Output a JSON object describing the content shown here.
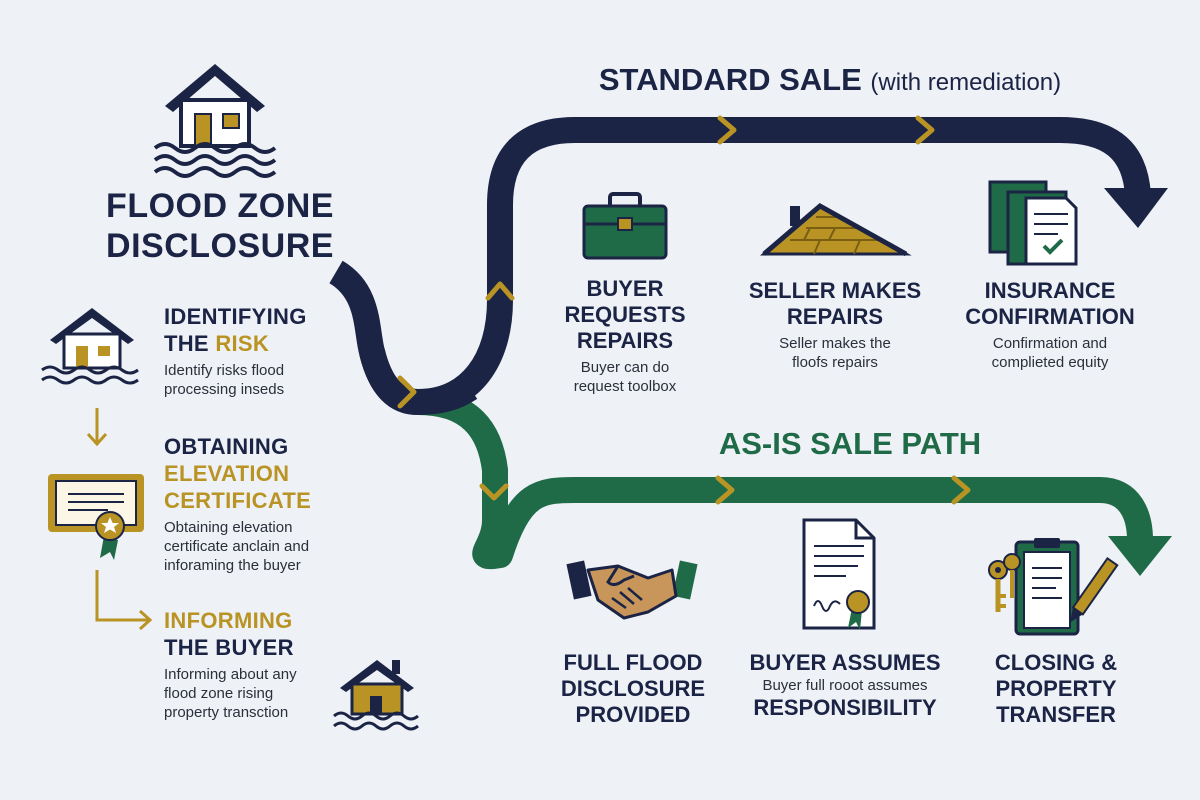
{
  "title": {
    "line1": "FLOOD ZONE",
    "line2": "DISCLOSURE"
  },
  "steps": [
    {
      "head1": "IDENTIFYING",
      "head2_plain": "THE ",
      "head2_gold": "RISK",
      "desc1": "Identify risks flood",
      "desc2": "processing inseds",
      "desc3": ""
    },
    {
      "head1": "OBTAINING",
      "head2_gold": "ELEVATION",
      "head3_gold": "CERTIFICATE",
      "desc1": "Obtaining elevation",
      "desc2": "certificate anclain and",
      "desc3": "inforaming the buyer"
    },
    {
      "head1_gold": "INFORMING",
      "head2": "THE BUYER",
      "desc1": "Informing about any",
      "desc2": "flood zone rising",
      "desc3": "property transction"
    }
  ],
  "standard": {
    "title": "STANDARD SALE",
    "subtitle": "(with remediation)",
    "cards": [
      {
        "head": [
          "BUYER",
          "REQUESTS",
          "REPAIRS"
        ],
        "desc": [
          "Buyer can do",
          "request toolbox"
        ],
        "icon": "toolbox-icon"
      },
      {
        "head": [
          "SELLER MAKES",
          "REPAIRS"
        ],
        "desc": [
          "Seller makes the",
          "floofs repairs"
        ],
        "icon": "roof-icon"
      },
      {
        "head": [
          "INSURANCE",
          "CONFIRMATION"
        ],
        "desc": [
          "Confirmation and",
          "complieted equity"
        ],
        "icon": "documents-icon"
      }
    ]
  },
  "asis": {
    "title": "AS-IS SALE PATH",
    "cards": [
      {
        "head": [
          "FULL FLOOD",
          "DISCLOSURE",
          "PROVIDED"
        ],
        "desc": [],
        "icon": "handshake-icon"
      },
      {
        "head1": "BUYER ASSUMES",
        "desc1": "Buyer full rooot assumes",
        "head2": "RESPONSIBILITY",
        "icon": "certificate-document-icon"
      },
      {
        "head": [
          "CLOSING &",
          "PROPERTY",
          "TRANSFER"
        ],
        "desc": [],
        "icon": "keys-clipboard-icon"
      }
    ]
  },
  "colors": {
    "navy": "#1b2444",
    "green": "#1f6b47",
    "gold": "#b99424",
    "background": "#eef1f6"
  }
}
